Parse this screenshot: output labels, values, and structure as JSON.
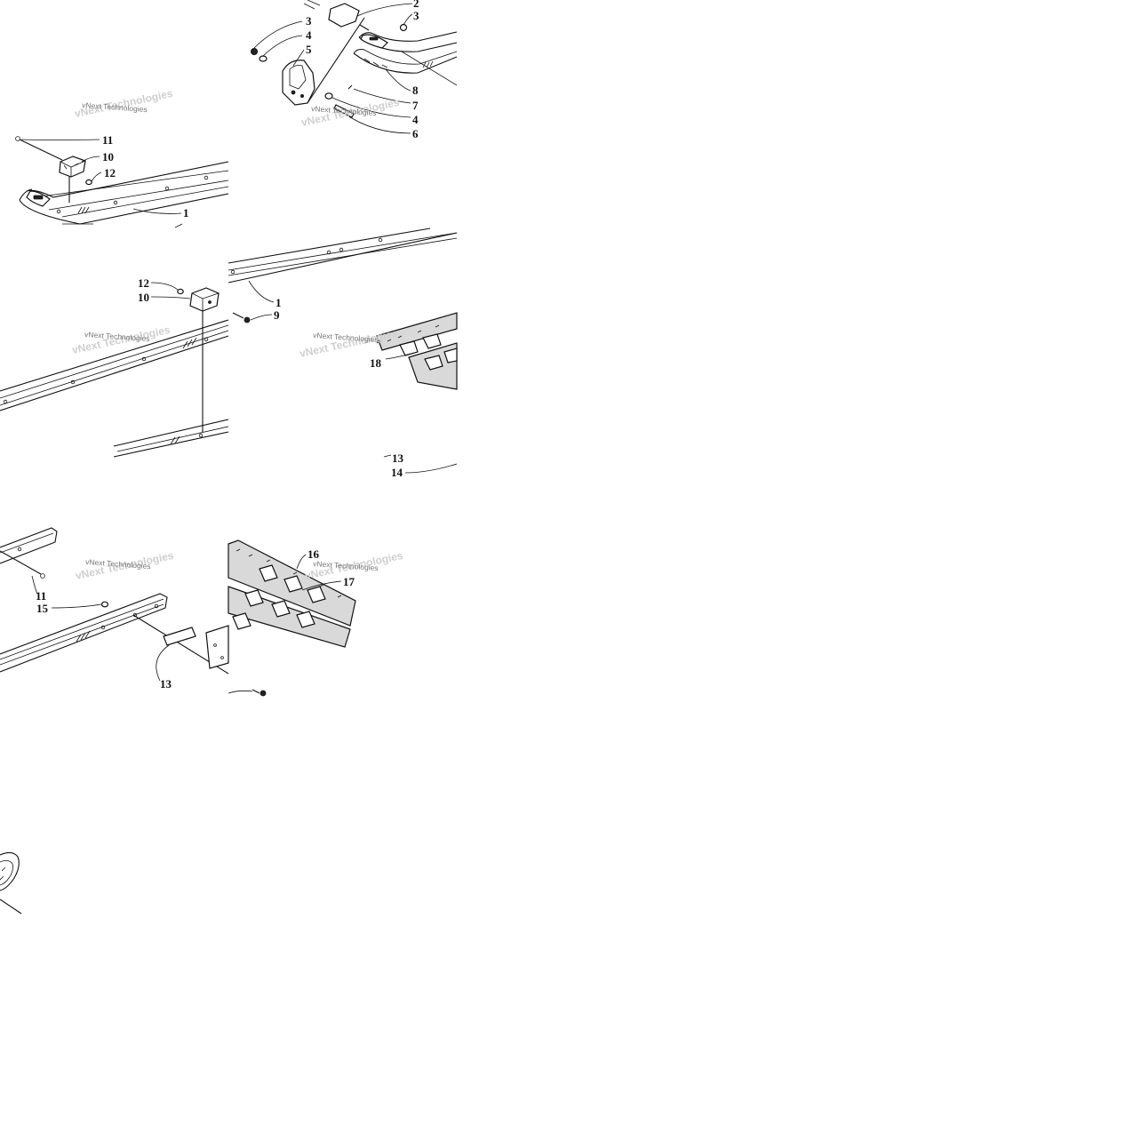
{
  "watermark": {
    "text": "vNext Technologies"
  },
  "callouts": {
    "c1": "1",
    "c2": "2",
    "c3": "3",
    "c4": "4",
    "c5": "5",
    "c6": "6",
    "c7": "7",
    "c8": "8",
    "c9": "9",
    "c10": "10",
    "c11": "11",
    "c12": "12",
    "c13": "13",
    "c14": "14",
    "c15": "15",
    "c16": "16",
    "c17": "17",
    "c18": "18"
  }
}
